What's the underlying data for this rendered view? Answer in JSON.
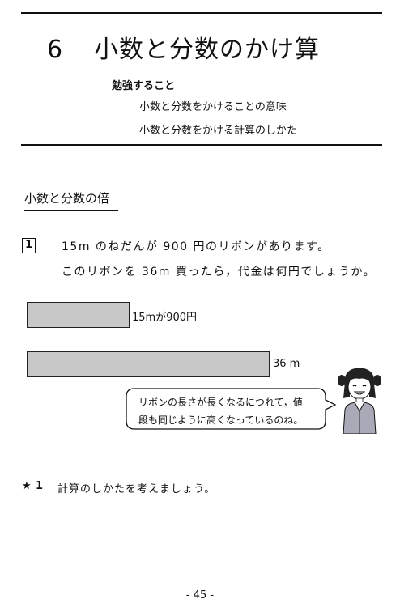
{
  "header": {
    "chapter_number": "6",
    "chapter_title": "小数と分数のかけ算",
    "study_heading": "勉強すること",
    "goals": [
      "小数と分数をかけることの意味",
      "小数と分数をかける計算のしかた"
    ]
  },
  "section": {
    "title": "小数と分数の倍"
  },
  "problem": {
    "number": "1",
    "line_1": "15m のねだんが 900 円のリボンがあります。",
    "line_2": "このリボンを 36m 買ったら，代金は何円でしょうか。"
  },
  "diagram": {
    "bar_short_label": "15mが900円",
    "bar_long_label": "36 m",
    "bar_short_length_m": 15,
    "bar_long_length_m": 36
  },
  "speech_bubble": {
    "line_1": "リボンの長さが長くなるにつれて，値",
    "line_2": "段も同じように高くなっているのね。"
  },
  "task": {
    "star": "★",
    "number": "1",
    "text": "計算のしかたを考えましょう。"
  },
  "footer": {
    "page_number": "- 45 -"
  }
}
